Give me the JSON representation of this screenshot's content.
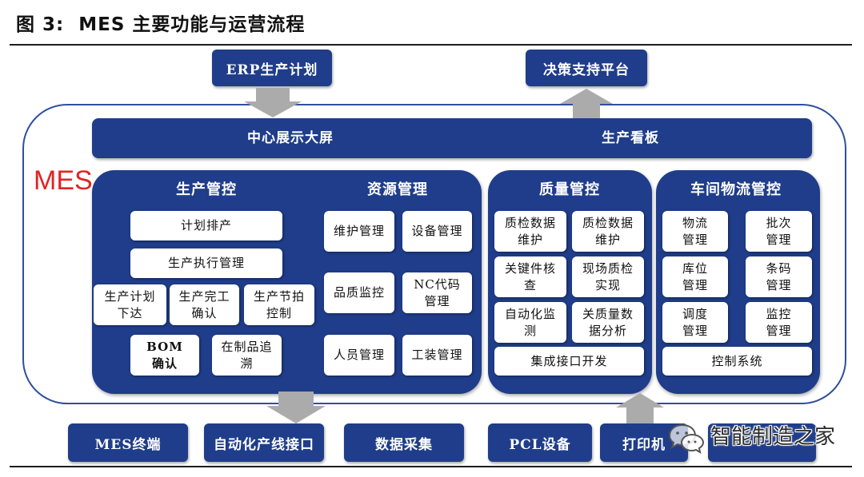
{
  "title": "图 3:  MES 主要功能与运营流程",
  "colors": {
    "box_blue": "#1f3d8a",
    "mes_label_red": "#e02424",
    "arrow_gray": "#ababab",
    "outline_blue": "#2f4f9e"
  },
  "top_inputs": {
    "erp": "ERP生产计划",
    "decision_support": "决策支持平台"
  },
  "mes_label": "MES",
  "display_banner": {
    "center_screen": "中心展示大屏",
    "production_board": "生产看板"
  },
  "production_control": {
    "header": "生产管控",
    "items": [
      "计划排产",
      "生产执行管理",
      "生产计划\n下达",
      "生产完工\n确认",
      "生产节拍\n控制",
      "BOM\n确认",
      "在制品追\n溯"
    ]
  },
  "resource_management": {
    "header": "资源管理",
    "items": [
      "维护管理",
      "设备管理",
      "品质监控",
      "NC代码\n管理",
      "人员管理",
      "工装管理"
    ]
  },
  "quality_control": {
    "header": "质量管控",
    "items": [
      "质检数据\n维护",
      "质检数据\n维护",
      "关键件核\n查",
      "现场质检\n实现",
      "自动化监\n测",
      "关质量数\n据分析"
    ],
    "footer": "集成接口开发"
  },
  "logistics_control": {
    "header": "车间物流管控",
    "items": [
      "物流\n管理",
      "批次\n管理",
      "库位\n管理",
      "条码\n管理",
      "调度\n管理",
      "监控\n管理"
    ],
    "footer": "控制系统"
  },
  "bottom_devices": [
    "MES终端",
    "自动化产线接口",
    "数据采集",
    "PCL设备",
    "打印机"
  ],
  "watermark": "智能制造之家"
}
